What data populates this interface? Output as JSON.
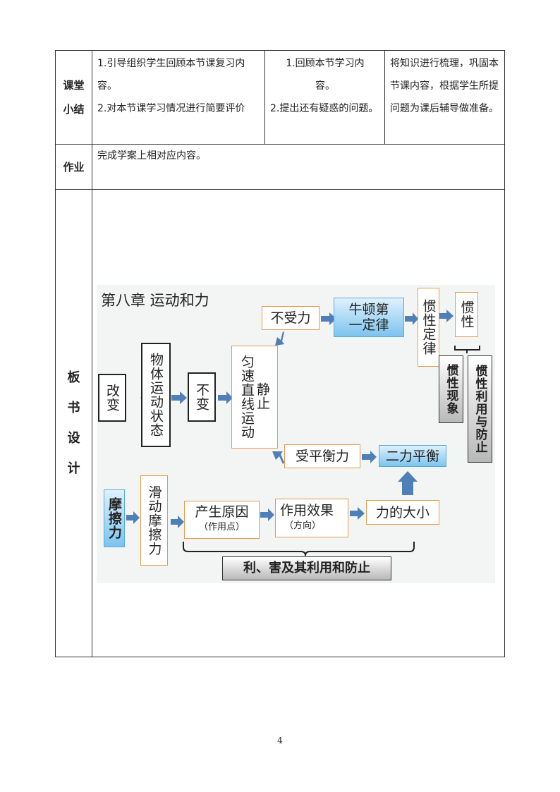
{
  "table": {
    "summary": {
      "head": "课堂小结",
      "teacher": "1.引导组织学生回顾本节课复习内容。\n2.对本节课学习情况进行简要评价",
      "student_1": "1.回顾本节学习内",
      "student_1b": "容。",
      "student_2": "2.提出还有疑惑的问题。",
      "intent": "将知识进行梳理，巩固本节课内容，根据学生所提问题为课后辅导做准备。"
    },
    "homework": {
      "head": "作业",
      "text": "完成学案上相对应内容。"
    },
    "board": {
      "head_chars": [
        "板",
        "书",
        "设",
        "计"
      ]
    }
  },
  "board": {
    "title": "第八章 运动和力",
    "boxes": {
      "gaibian": "改变",
      "zhuangtai": "物体运动状态",
      "bubian": "不变",
      "jingzhi": "静止",
      "yunsu": "匀速直线运动",
      "bushouli": "不受力",
      "niudun": "牛顿第一定律",
      "guanxing_dinglv": "惯性定律",
      "guanxing": "惯性",
      "xianxiang": "惯性现象",
      "liyong": "惯性利用与防止",
      "shoupingheng": "受平衡力",
      "erli": "二力平衡",
      "mocali": "摩擦力",
      "huadong": "滑动摩擦力",
      "chansheng": "产生原因",
      "chansheng_sub": "（作用点）",
      "xiaoguo": "作用效果",
      "xiaoguo_sub": "（方向）",
      "daxiao": "力的大小",
      "lihai": "利、害及其利用和防止"
    },
    "colors": {
      "arrow": "#4f7fb8",
      "orange_border": "#e39a50",
      "blue_fill": "#7cc4ef"
    }
  },
  "page_number": "4"
}
